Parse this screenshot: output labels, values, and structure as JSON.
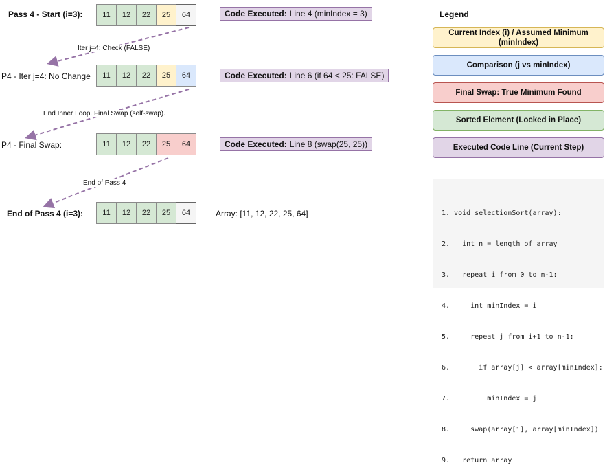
{
  "rows": [
    {
      "label": "Pass 4 - Start (i=3):",
      "cells": [
        {
          "value": "11",
          "state": "sorted"
        },
        {
          "value": "12",
          "state": "sorted"
        },
        {
          "value": "22",
          "state": "sorted"
        },
        {
          "value": "25",
          "state": "current"
        },
        {
          "value": "64",
          "state": "default"
        }
      ],
      "code": {
        "prefix": "Code Executed:",
        "text": "Line 4 (minIndex = 3)"
      }
    },
    {
      "label": "P4 - Iter j=4: No Change",
      "cells": [
        {
          "value": "11",
          "state": "sorted"
        },
        {
          "value": "12",
          "state": "sorted"
        },
        {
          "value": "22",
          "state": "sorted"
        },
        {
          "value": "25",
          "state": "current"
        },
        {
          "value": "64",
          "state": "comparison"
        }
      ],
      "code": {
        "prefix": "Code Executed:",
        "text": "Line 6 (if 64 < 25: FALSE)"
      }
    },
    {
      "label": "P4 - Final Swap:",
      "cells": [
        {
          "value": "11",
          "state": "sorted"
        },
        {
          "value": "12",
          "state": "sorted"
        },
        {
          "value": "22",
          "state": "sorted"
        },
        {
          "value": "25",
          "state": "swap"
        },
        {
          "value": "64",
          "state": "swap"
        }
      ],
      "code": {
        "prefix": "Code Executed:",
        "text": "Line 8 (swap(25, 25))"
      }
    },
    {
      "label": "End of Pass 4 (i=3):",
      "cells": [
        {
          "value": "11",
          "state": "sorted"
        },
        {
          "value": "12",
          "state": "sorted"
        },
        {
          "value": "22",
          "state": "sorted"
        },
        {
          "value": "25",
          "state": "sorted"
        },
        {
          "value": "64",
          "state": "default"
        }
      ],
      "array_text": "Array: [11, 12, 22, 25, 64]"
    }
  ],
  "transitions": [
    "Iter j=4: Check (FALSE)",
    "End Inner Loop. Final Swap (self-swap).",
    "End of Pass 4"
  ],
  "legend": {
    "title": "Legend",
    "items": [
      {
        "label": "Current Index (i) / Assumed Minimum (minIndex)",
        "fill": "#fff2cc",
        "stroke": "#d6b656"
      },
      {
        "label": "Comparison (j vs minIndex)",
        "fill": "#dae8fc",
        "stroke": "#6c8ebf"
      },
      {
        "label": "Final Swap: True Minimum Found",
        "fill": "#f8cecc",
        "stroke": "#b85450"
      },
      {
        "label": "Sorted Element (Locked in Place)",
        "fill": "#d5e8d4",
        "stroke": "#82b366"
      },
      {
        "label": "Executed Code Line (Current Step)",
        "fill": "#e1d5e7",
        "stroke": "#9673a6"
      }
    ]
  },
  "state_colors": {
    "sorted": "#d5e8d4",
    "current": "#fff2cc",
    "comparison": "#dae8fc",
    "swap": "#f8cecc",
    "default": "#f5f5f5"
  },
  "arrow_color": "#9673a6",
  "code_lines": [
    "1. void selectionSort(array):",
    "2.   int n = length of array",
    "3.   repeat i from 0 to n-1:",
    "4.     int minIndex = i",
    "5.     repeat j from i+1 to n-1:",
    "6.       if array[j] < array[minIndex]:",
    "7.         minIndex = j",
    "8.     swap(array[i], array[minIndex])",
    "9.   return array"
  ]
}
